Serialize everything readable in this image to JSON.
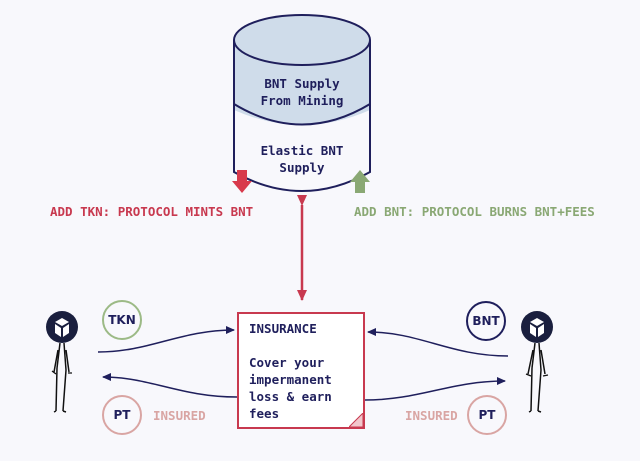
{
  "colors": {
    "navy": "#1f1f5c",
    "red": "#c8394f",
    "green": "#8aa874",
    "pink": "#d9a5a3",
    "cylinder_fill": "#cfdcea"
  },
  "cylinder": {
    "top_label_line1": "BNT Supply",
    "top_label_line2": "From Mining",
    "bottom_label_line1": "Elastic BNT",
    "bottom_label_line2": "Supply"
  },
  "labels": {
    "add_tkn": "ADD TKN: PROTOCOL MINTS BNT",
    "add_bnt": "ADD BNT: PROTOCOL BURNS BNT+FEES",
    "insured_left": "INSURED",
    "insured_right": "INSURED"
  },
  "insurance": {
    "title": "INSURANCE",
    "body": "Cover your impermanent loss & earn fees"
  },
  "tokens": {
    "tkn": "TKN",
    "bnt": "BNT",
    "pt_left": "PT",
    "pt_right": "PT"
  },
  "icons": {
    "user_left": "bancor-stick-figure-icon",
    "user_right": "bancor-stick-figure-icon"
  }
}
